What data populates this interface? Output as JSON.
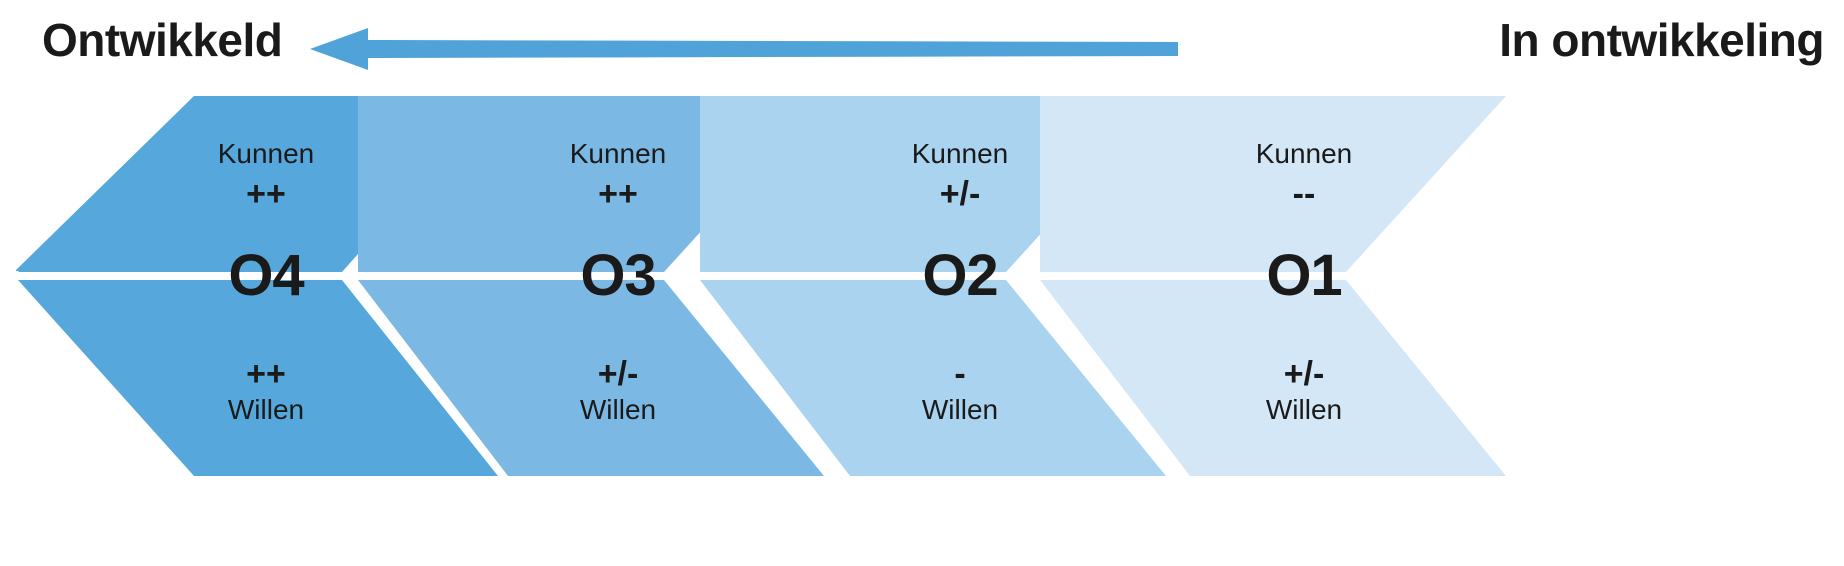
{
  "header": {
    "left_label": "Ontwikkeld",
    "right_label": "In ontwikkeling",
    "arrow_name": "left-arrow",
    "arrow_color": "#4FA3D8"
  },
  "colors": {
    "stage_1": "#56A8DC",
    "stage_2": "#7BB9E4",
    "stage_3": "#A9D3EF",
    "stage_4": "#D3E7F7",
    "text": "#1A1A1A",
    "background": "#FFFFFF"
  },
  "labels": {
    "kunnen": "Kunnen",
    "willen": "Willen"
  },
  "stages": [
    {
      "code": "O4",
      "kunnen_label": "Kunnen",
      "kunnen_score": "++",
      "willen_score": "++",
      "willen_label": "Willen",
      "color": "#56A8DC"
    },
    {
      "code": "O3",
      "kunnen_label": "Kunnen",
      "kunnen_score": "++",
      "willen_score": "+/-",
      "willen_label": "Willen",
      "color": "#7BB9E4"
    },
    {
      "code": "O2",
      "kunnen_label": "Kunnen",
      "kunnen_score": "+/-",
      "willen_score": "-",
      "willen_label": "Willen",
      "color": "#A9D3EF"
    },
    {
      "code": "O1",
      "kunnen_label": "Kunnen",
      "kunnen_score": "--",
      "willen_score": "+/-",
      "willen_label": "Willen",
      "color": "#D3E7F7"
    }
  ]
}
